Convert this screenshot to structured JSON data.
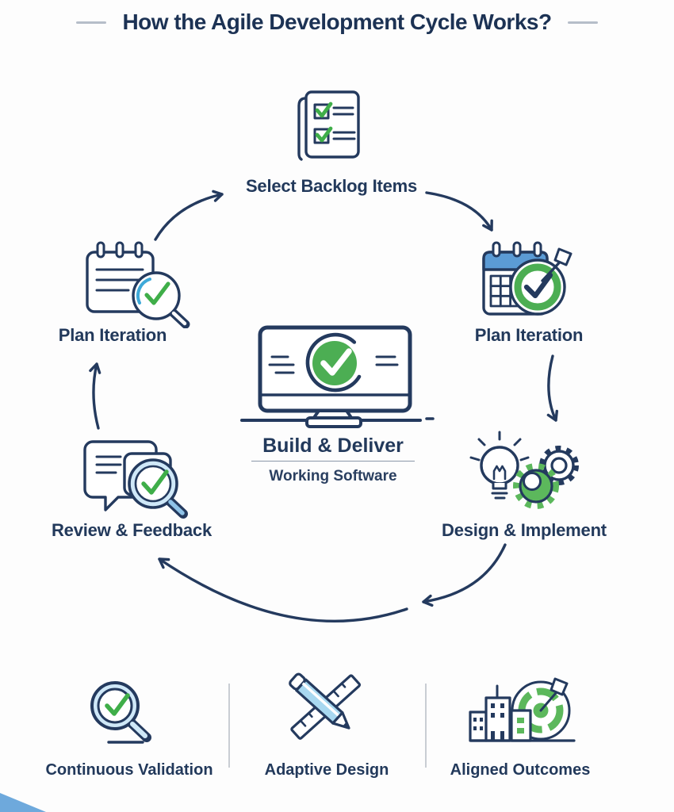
{
  "title": "How the Agile Development Cycle Works?",
  "cycle": {
    "steps": [
      {
        "id": "select-backlog-items",
        "label": "Select Backlog Items",
        "icon": "checklist-icon",
        "position": "top"
      },
      {
        "id": "plan-iteration-right",
        "label": "Plan Iteration",
        "icon": "calendar-target-icon",
        "position": "right"
      },
      {
        "id": "design-implement",
        "label": "Design & Implement",
        "icon": "lightbulb-gears-icon",
        "position": "bottom-right"
      },
      {
        "id": "review-feedback",
        "label": "Review & Feedback",
        "icon": "chat-magnifier-icon",
        "position": "bottom-left"
      },
      {
        "id": "plan-iteration-left",
        "label": "Plan Iteration",
        "icon": "notepad-magnifier-icon",
        "position": "left"
      }
    ],
    "center": {
      "title": "Build & Deliver",
      "subtitle": "Working Software",
      "icon": "monitor-check-icon"
    }
  },
  "footer": {
    "items": [
      {
        "label": "Continuous Validation",
        "icon": "magnifier-check-icon"
      },
      {
        "label": "Adaptive Design",
        "icon": "pencil-ruler-icon"
      },
      {
        "label": "Aligned Outcomes",
        "icon": "buildings-target-icon"
      }
    ]
  },
  "colors": {
    "navy": "#243a5e",
    "text_navy": "#22395b",
    "green": "#4cae53",
    "check_green": "#3fae49",
    "blue": "#5b9bd5",
    "sky_blue": "#3ea9d9",
    "light_blue": "#cfe8f8",
    "divider_gray": "#c9cdd3"
  }
}
